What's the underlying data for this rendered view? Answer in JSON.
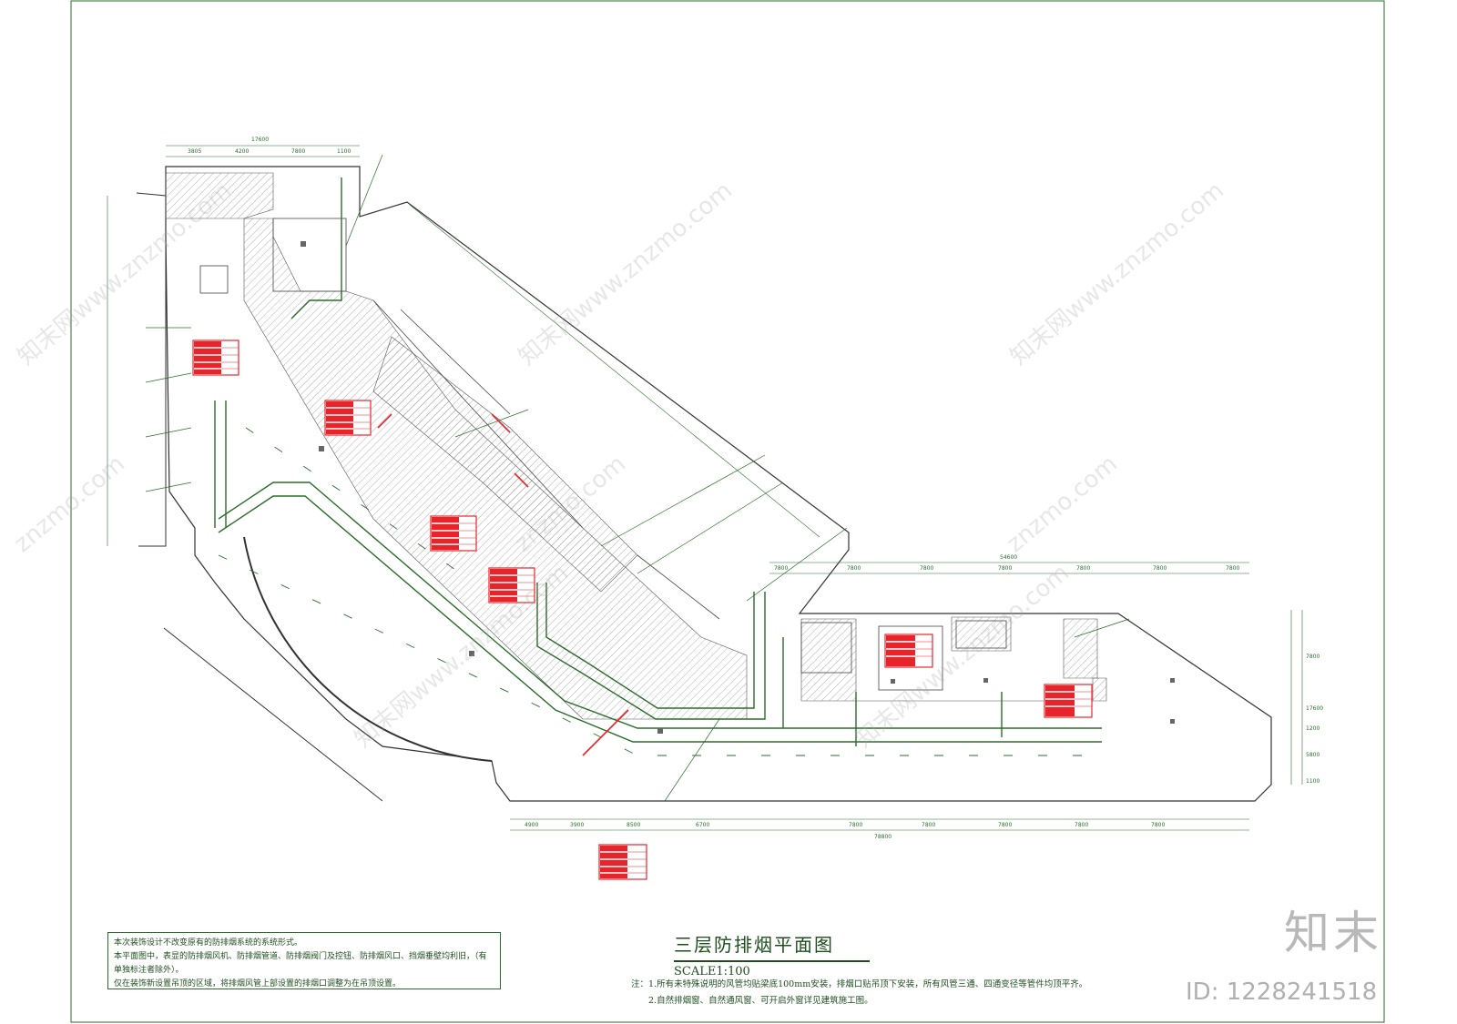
{
  "drawing": {
    "title": "三层防排烟平面图",
    "scale": "SCALE1:100",
    "design_notes": [
      "本次装饰设计不改变原有的防排烟系统的系统形式。",
      "本平面图中，表显的防排烟风机、防排烟管道、防排烟阀门及控钮、防排烟风口、挡烟垂壁均利旧，（有单独标注者除外）。",
      "仅在装饰新设置吊顶的区域，将排烟风管上部设置的排烟口调整为在吊顶设置。"
    ],
    "notes": [
      "注：1.所有未特殊说明的风管均贴梁底100mm安装，排烟口贴吊顶下安装，所有风管三通、四通变径等管件均顶平齐。",
      "2.自然排烟窗、自然通风窗、可开启外窗详见建筑施工图。"
    ],
    "dimensions": {
      "top_total": "17600",
      "top_segments": [
        "3805",
        "4200",
        "7800",
        "1100"
      ],
      "right_total": "54600",
      "right_segments": [
        "7800",
        "7800",
        "7800",
        "7800",
        "7800",
        "7800",
        "7800"
      ],
      "bottom_segments": [
        "4900",
        "3900",
        "8500",
        "6700",
        "7800",
        "7800",
        "7800",
        "7800",
        "7800"
      ],
      "bottom_total": "78800",
      "side_right": [
        "17600",
        "7800",
        "1200",
        "5800",
        "1100"
      ]
    },
    "line_color": "#2a6d2a",
    "legend_color": "#e8242a"
  },
  "watermark": {
    "logo": "知末",
    "id_text": "ID: 1228241518",
    "site": "znzmo.com",
    "site_cn": "知末网www.znzmo.com"
  }
}
